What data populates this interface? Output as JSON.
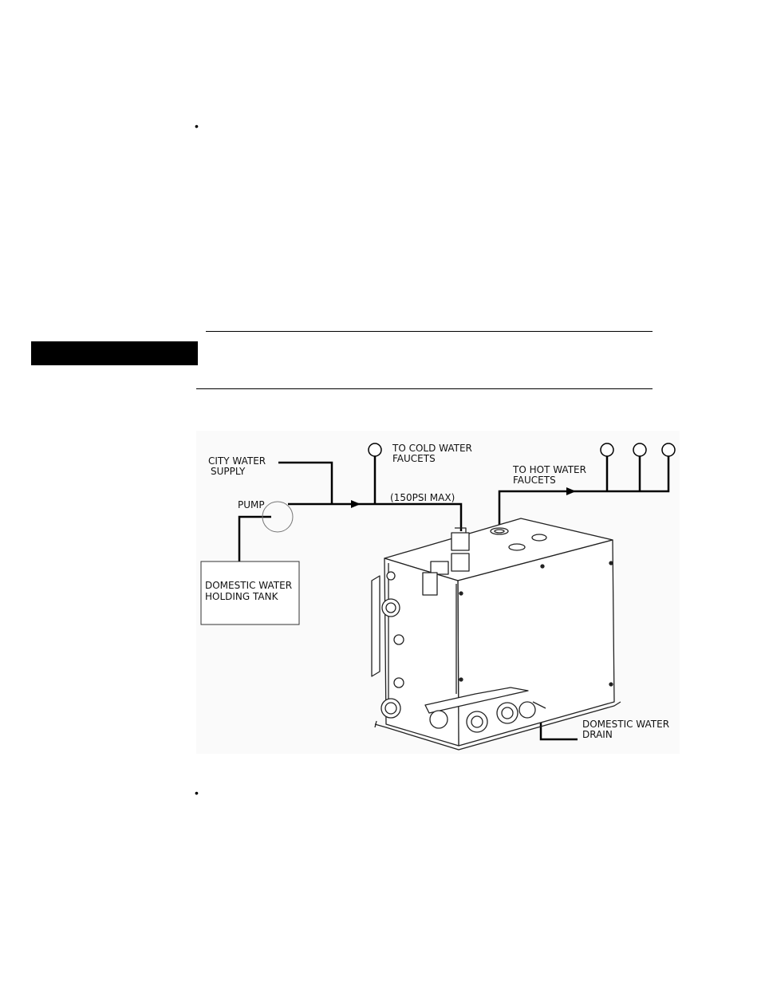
{
  "page": {
    "bullet_symbol": "•"
  },
  "diagram": {
    "labels": {
      "city_water_line1": "CITY WATER",
      "city_water_line2": "SUPPLY",
      "pump": "PUMP",
      "holding_tank_line1": "DOMESTIC WATER",
      "holding_tank_line2": "HOLDING TANK",
      "cold_faucets_line1": "TO COLD WATER",
      "cold_faucets_line2": "FAUCETS",
      "pressure": "(150PSI MAX)",
      "hot_faucets_line1": "TO HOT WATER",
      "hot_faucets_line2": "FAUCETS",
      "drain_line1": "DOMESTIC WATER",
      "drain_line2": "DRAIN"
    },
    "colors": {
      "line": "#000000",
      "drawing": "#222222",
      "background": "#fafafa"
    }
  }
}
